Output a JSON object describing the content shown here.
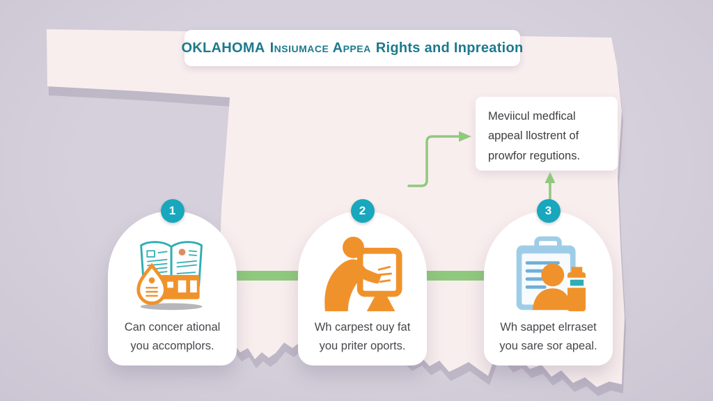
{
  "title": {
    "prefix": "OKLAHOMA",
    "middle": "Insiumace Appea",
    "suffix": "Rights and Inpreation"
  },
  "callout": {
    "line1": "Meviicul medfical",
    "line2": "appeal llostrent of",
    "line3": "prowfor regutions."
  },
  "steps": [
    {
      "number": "1",
      "line1": "Can concer ational",
      "line2": "you accomplors.",
      "icon": "book-house-icon"
    },
    {
      "number": "2",
      "line1": "Wh carpest ouy fat",
      "line2": "you priter oports.",
      "icon": "person-writing-icon"
    },
    {
      "number": "3",
      "line1": "Wh sappet elrraset",
      "line2": "you sare sor apeal.",
      "icon": "clipboard-person-icon"
    }
  ],
  "colors": {
    "background": "#D5D0DB",
    "map": "#F9EEEE",
    "card": "#FFFFFF",
    "badge_teal": "#18A7BD",
    "green": "#8FC97D",
    "orange": "#F0922B",
    "teal": "#2FAEB2",
    "clipboard_blue": "#9FCDE8",
    "title_text": "#1C7A8C",
    "body_text": "#47474D"
  }
}
